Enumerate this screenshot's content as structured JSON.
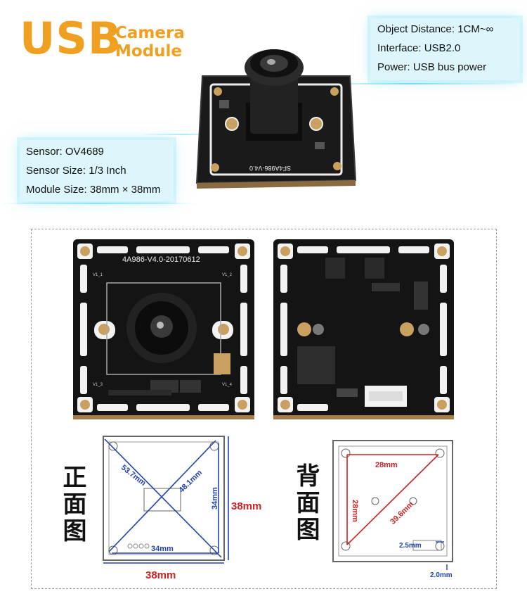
{
  "header": {
    "brand": "USB",
    "product_line1": "Camera",
    "product_line2": "Module"
  },
  "specs_top": [
    "Object Distance: 1CM~∞",
    "Interface: USB2.0",
    "Power: USB bus power"
  ],
  "specs_left": [
    "Sensor: OV4689",
    "Sensor Size: 1/3 Inch",
    "Module Size: 38mm × 38mm"
  ],
  "board": {
    "hero_silk": "SF4A986-V4.0",
    "front_silk": "4A986-V4.0-20170612",
    "corner_labels": [
      "V1_1",
      "V1_2",
      "V1_3",
      "V1_4"
    ]
  },
  "front_diagram": {
    "label": "正面图",
    "diag_left": "53.7mm",
    "diag_right": "48.1mm",
    "height_inner": "34mm",
    "height_outer": "38mm",
    "width_inner": "34mm",
    "width_outer": "38mm"
  },
  "back_diagram": {
    "label": "背面图",
    "top": "28mm",
    "left": "28mm",
    "hyp": "39.6mm",
    "hole": "2.5mm",
    "edge": "2.0mm"
  },
  "colors": {
    "accent": "#f0a020",
    "dimension": "#2244aa",
    "dimension_back": "#cc2222",
    "pcb": "#141414"
  }
}
